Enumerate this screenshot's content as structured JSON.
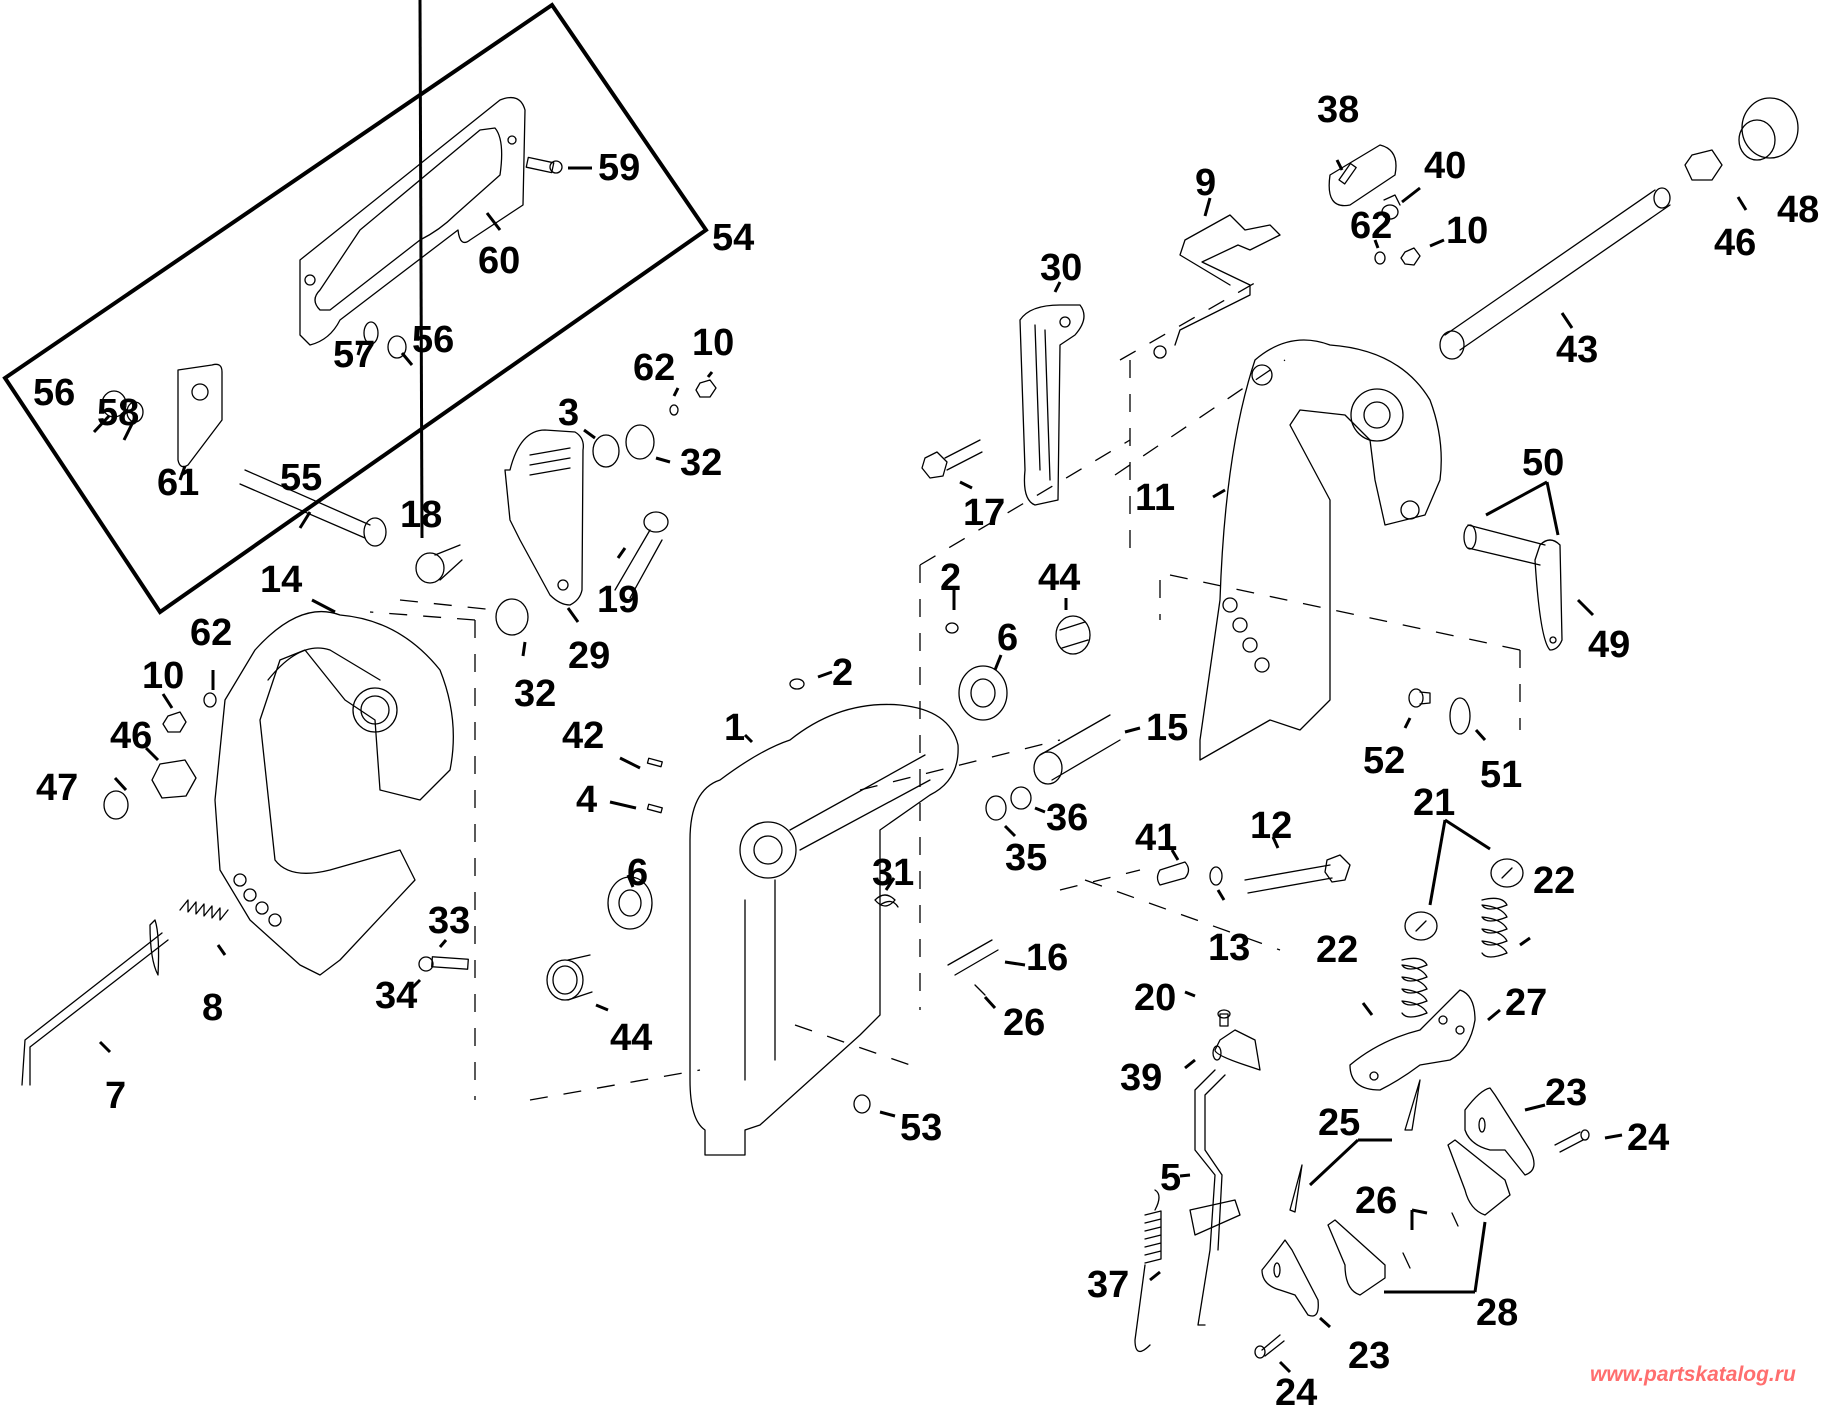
{
  "diagram": {
    "title": "Exploded parts diagram - swivel bracket / stern bracket assembly",
    "watermark": "www.partskatalog.ru",
    "watermark_color": "#ff6e6e",
    "callouts": [
      {
        "id": "c59",
        "label": "59"
      },
      {
        "id": "c54",
        "label": "54"
      },
      {
        "id": "c60",
        "label": "60"
      },
      {
        "id": "c57",
        "label": "57"
      },
      {
        "id": "c56a",
        "label": "56"
      },
      {
        "id": "c56b",
        "label": "56"
      },
      {
        "id": "c58",
        "label": "58"
      },
      {
        "id": "c61",
        "label": "61"
      },
      {
        "id": "c55",
        "label": "55"
      },
      {
        "id": "c62a",
        "label": "62"
      },
      {
        "id": "c10a",
        "label": "10"
      },
      {
        "id": "c3",
        "label": "3"
      },
      {
        "id": "c32a",
        "label": "32"
      },
      {
        "id": "c18",
        "label": "18"
      },
      {
        "id": "c19",
        "label": "19"
      },
      {
        "id": "c29",
        "label": "29"
      },
      {
        "id": "c32b",
        "label": "32"
      },
      {
        "id": "c14",
        "label": "14"
      },
      {
        "id": "c62b",
        "label": "62"
      },
      {
        "id": "c10b",
        "label": "10"
      },
      {
        "id": "c46a",
        "label": "46"
      },
      {
        "id": "c47",
        "label": "47"
      },
      {
        "id": "c33",
        "label": "33"
      },
      {
        "id": "c34",
        "label": "34"
      },
      {
        "id": "c8",
        "label": "8"
      },
      {
        "id": "c7",
        "label": "7"
      },
      {
        "id": "c42",
        "label": "42"
      },
      {
        "id": "c4",
        "label": "4"
      },
      {
        "id": "c1",
        "label": "1"
      },
      {
        "id": "c2a",
        "label": "2"
      },
      {
        "id": "c2b",
        "label": "2"
      },
      {
        "id": "c6a",
        "label": "6"
      },
      {
        "id": "c6b",
        "label": "6"
      },
      {
        "id": "c44a",
        "label": "44"
      },
      {
        "id": "c44b",
        "label": "44"
      },
      {
        "id": "c31",
        "label": "31"
      },
      {
        "id": "c16",
        "label": "16"
      },
      {
        "id": "c26a",
        "label": "26"
      },
      {
        "id": "c53",
        "label": "53"
      },
      {
        "id": "c15",
        "label": "15"
      },
      {
        "id": "c36",
        "label": "36"
      },
      {
        "id": "c35",
        "label": "35"
      },
      {
        "id": "c17",
        "label": "17"
      },
      {
        "id": "c30",
        "label": "30"
      },
      {
        "id": "c9",
        "label": "9"
      },
      {
        "id": "c38",
        "label": "38"
      },
      {
        "id": "c40",
        "label": "40"
      },
      {
        "id": "c62c",
        "label": "62"
      },
      {
        "id": "c10c",
        "label": "10"
      },
      {
        "id": "c43",
        "label": "43"
      },
      {
        "id": "c46b",
        "label": "46"
      },
      {
        "id": "c48",
        "label": "48"
      },
      {
        "id": "c11",
        "label": "11"
      },
      {
        "id": "c50",
        "label": "50"
      },
      {
        "id": "c49",
        "label": "49"
      },
      {
        "id": "c52",
        "label": "52"
      },
      {
        "id": "c51",
        "label": "51"
      },
      {
        "id": "c41",
        "label": "41"
      },
      {
        "id": "c12",
        "label": "12"
      },
      {
        "id": "c13",
        "label": "13"
      },
      {
        "id": "c21",
        "label": "21"
      },
      {
        "id": "c22a",
        "label": "22"
      },
      {
        "id": "c22b",
        "label": "22"
      },
      {
        "id": "c27",
        "label": "27"
      },
      {
        "id": "c20",
        "label": "20"
      },
      {
        "id": "c39",
        "label": "39"
      },
      {
        "id": "c25",
        "label": "25"
      },
      {
        "id": "c23a",
        "label": "23"
      },
      {
        "id": "c24a",
        "label": "24"
      },
      {
        "id": "c5",
        "label": "5"
      },
      {
        "id": "c26b",
        "label": "26"
      },
      {
        "id": "c37",
        "label": "37"
      },
      {
        "id": "c28",
        "label": "28"
      },
      {
        "id": "c23b",
        "label": "23"
      },
      {
        "id": "c24b",
        "label": "24"
      }
    ]
  }
}
